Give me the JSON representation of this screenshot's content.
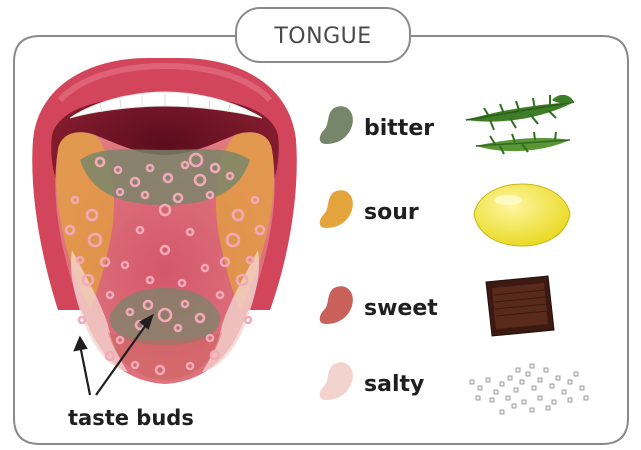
{
  "title": "TONGUE",
  "legend": [
    {
      "label": "bitter",
      "color": "#76866a",
      "example_icon": "leaf-icon"
    },
    {
      "label": "sour",
      "color": "#e3a43c",
      "example_icon": "lemon-icon"
    },
    {
      "label": "sweet",
      "color": "#c9615a",
      "example_icon": "chocolate-icon"
    },
    {
      "label": "salty",
      "color": "#f3d3cd",
      "example_icon": "salt-icon"
    }
  ],
  "callout": {
    "label": "taste buds"
  },
  "colors": {
    "frame": "#8a8a8a",
    "lips": "#d2455a",
    "tongue": "#d9606c",
    "taste_buds": "#f2a9b8"
  }
}
